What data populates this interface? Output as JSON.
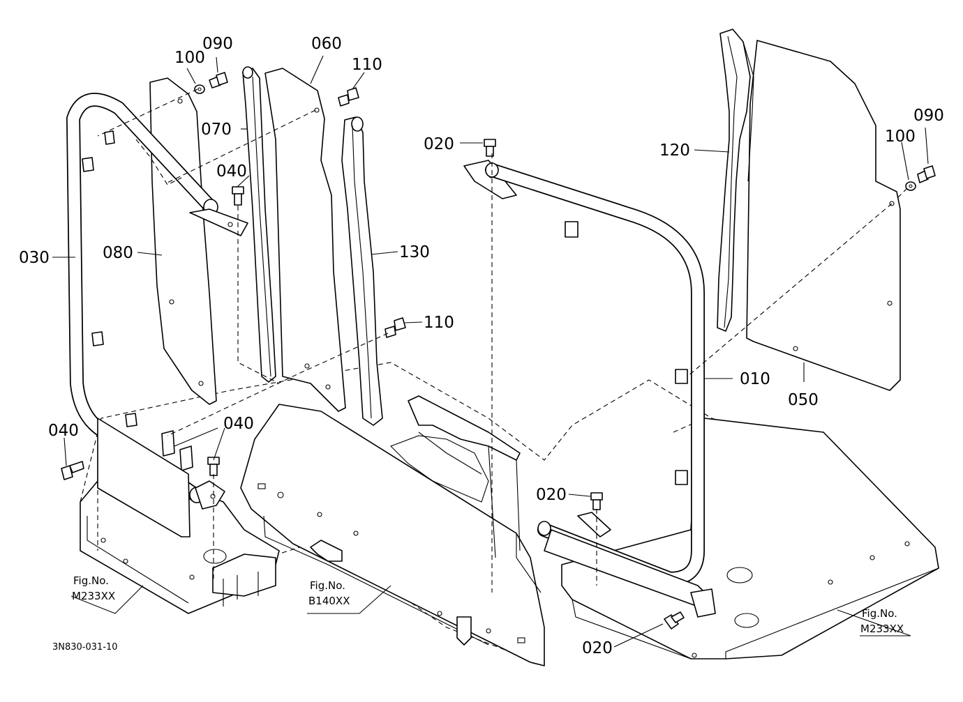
{
  "diagram": {
    "callouts": {
      "c010": "010",
      "c020a": "020",
      "c020b": "020",
      "c020c": "020",
      "c030": "030",
      "c040a": "040",
      "c040b": "040",
      "c040c": "040",
      "c050": "050",
      "c060": "060",
      "c070": "070",
      "c080": "080",
      "c090a": "090",
      "c090b": "090",
      "c100a": "100",
      "c100b": "100",
      "c110a": "110",
      "c110b": "110",
      "c120": "120",
      "c130": "130"
    },
    "fig_refs": {
      "left_label": "Fig.No.",
      "left_code": "M233XX",
      "center_label": "Fig.No.",
      "center_code": "B140XX",
      "right_label": "Fig.No.",
      "right_code": "M233XX"
    },
    "drawing_code": "3N830-031-10"
  }
}
